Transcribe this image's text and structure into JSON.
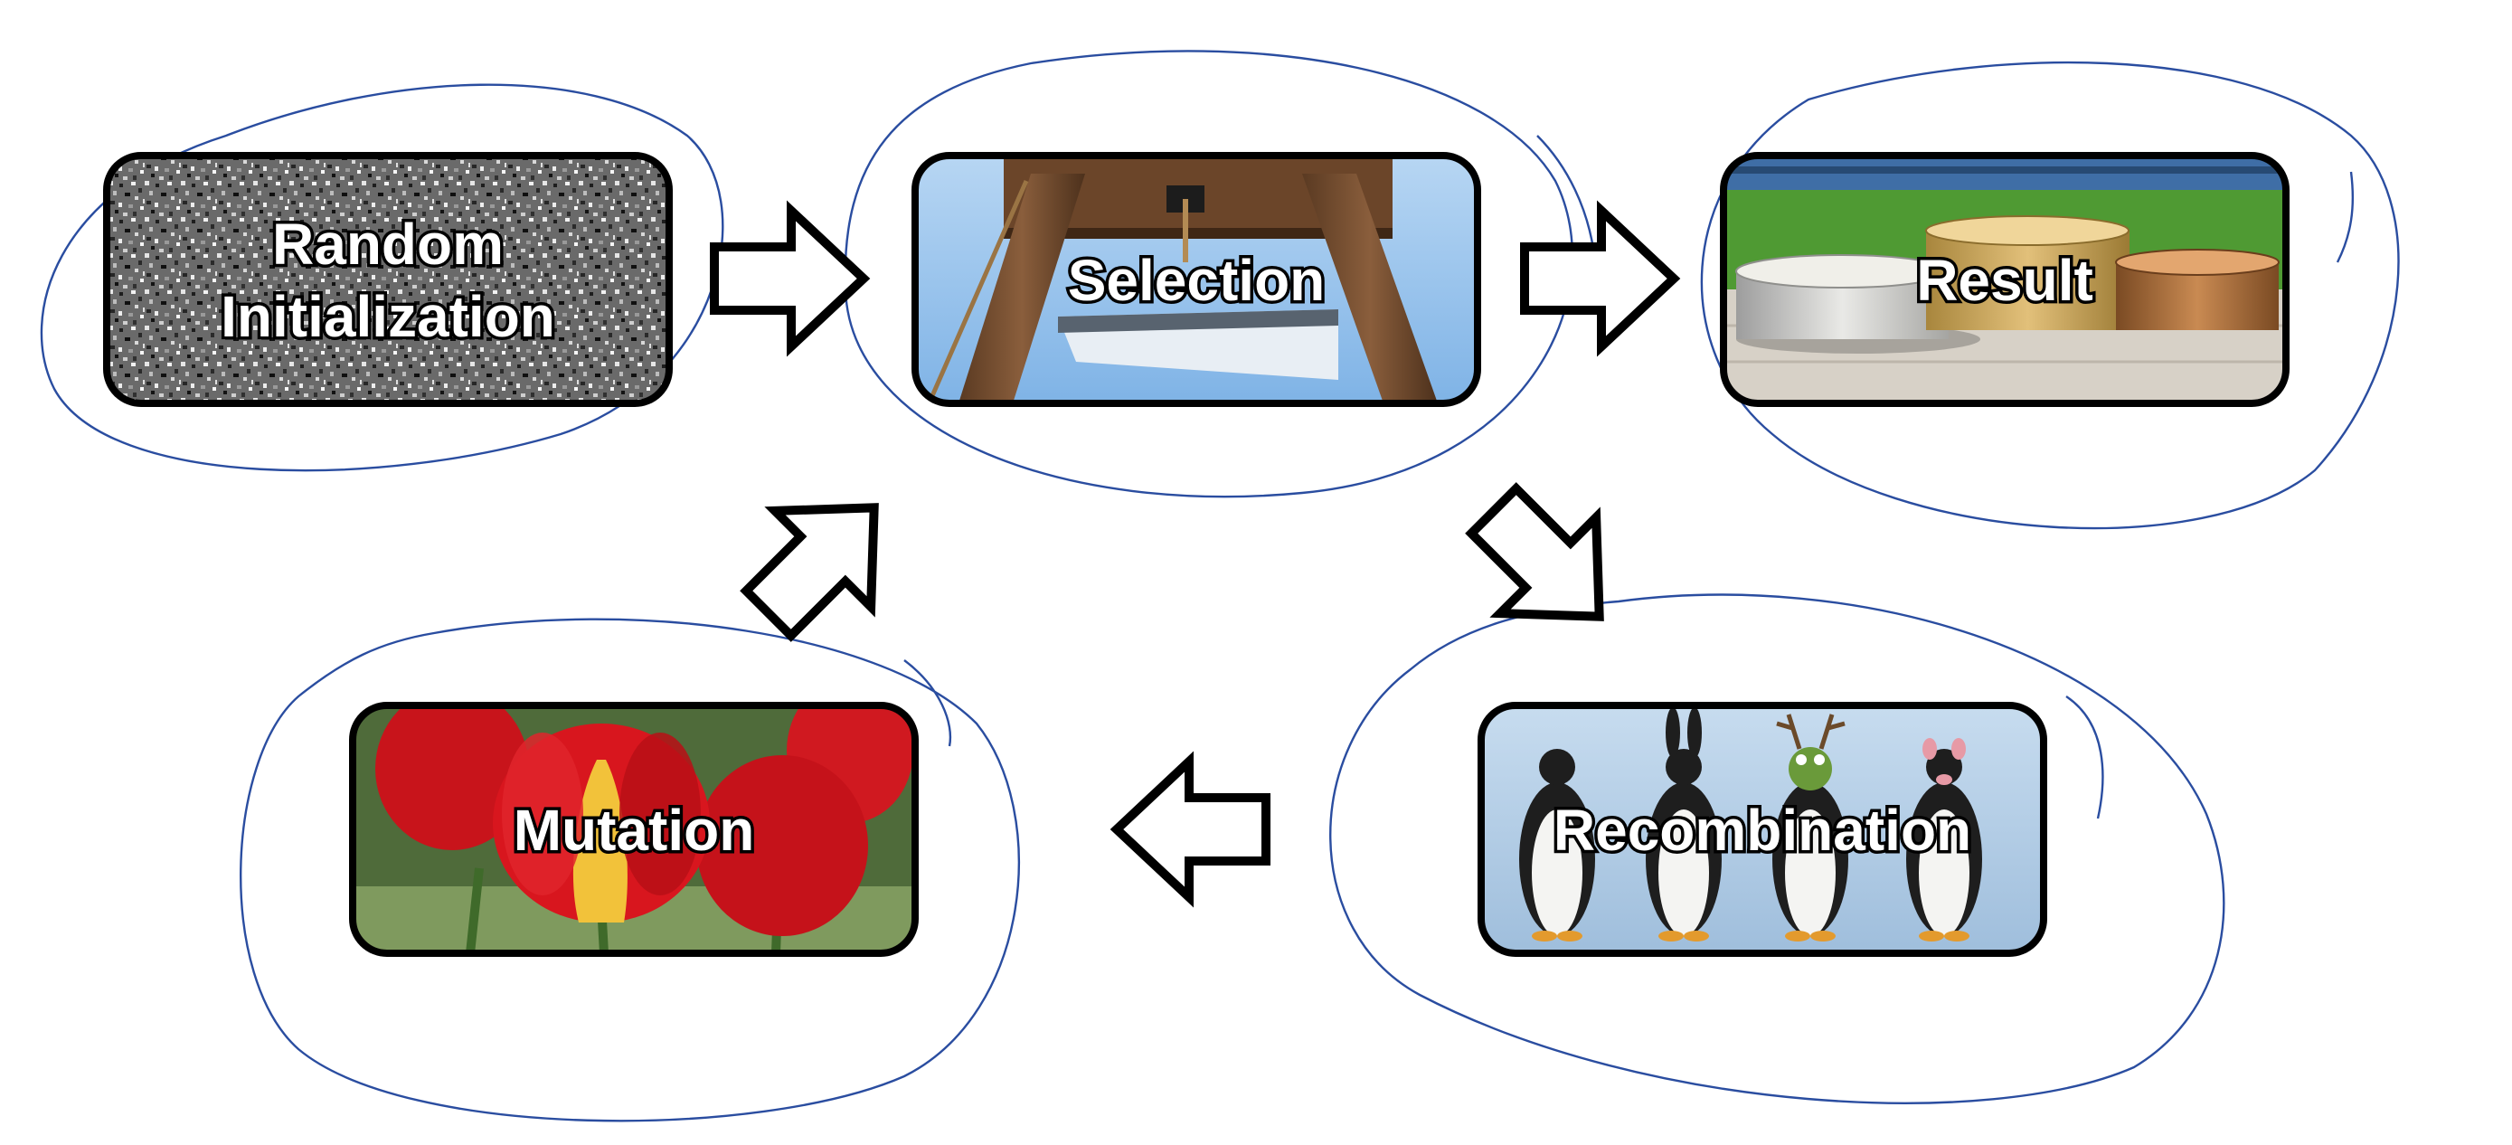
{
  "diagram": {
    "stages": [
      {
        "id": "random-initialization",
        "lines": [
          "Random",
          "Initialization"
        ]
      },
      {
        "id": "selection",
        "lines": [
          "Selection"
        ]
      },
      {
        "id": "result",
        "lines": [
          "Result"
        ]
      },
      {
        "id": "recombination",
        "lines": [
          "Recombination"
        ]
      },
      {
        "id": "mutation",
        "lines": [
          "Mutation"
        ]
      }
    ],
    "flow": [
      {
        "from": "random-initialization",
        "to": "selection"
      },
      {
        "from": "selection",
        "to": "result"
      },
      {
        "from": "selection",
        "to": "recombination"
      },
      {
        "from": "recombination",
        "to": "mutation"
      },
      {
        "from": "mutation",
        "to": "selection"
      }
    ],
    "colors": {
      "box_border": "#000000",
      "label_fill": "#ffffff",
      "label_outline": "#000000",
      "annotation_ink": "#2a4da0",
      "arrow_fill": "#ffffff",
      "arrow_outline": "#000000"
    }
  }
}
